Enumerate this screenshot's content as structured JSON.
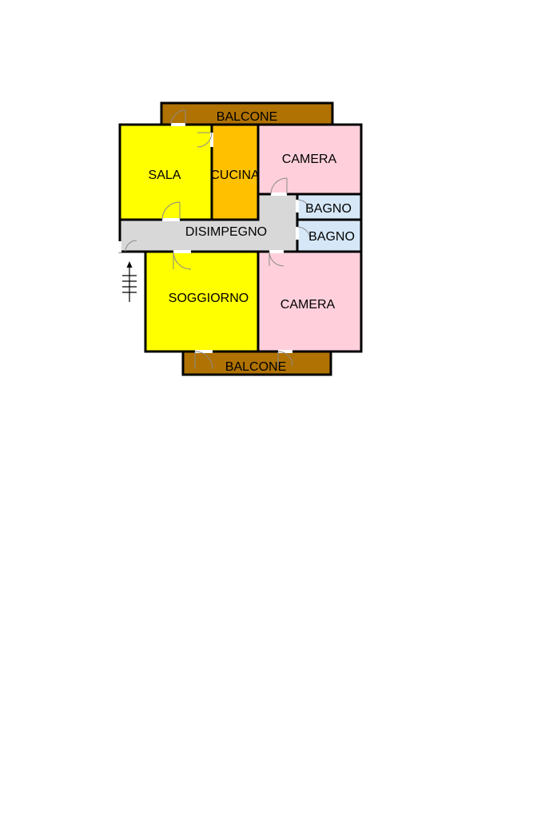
{
  "colors": {
    "balcone": "#b07202",
    "sala": "#ffff00",
    "cucina": "#ffc000",
    "camera": "#ffd0dc",
    "bagno": "#d6e8f8",
    "disimpegno": "#d8d8d8",
    "soggiorno": "#ffff00",
    "wall": "#000000"
  },
  "rooms": {
    "balcone_top": "BALCONE",
    "sala": "SALA",
    "cucina": "CUCINA",
    "camera_top": "CAMERA",
    "bagno_1": "BAGNO",
    "bagno_2": "BAGNO",
    "disimpegno": "DISIMPEGNO",
    "soggiorno": "SOGGIORNO",
    "camera_bottom": "CAMERA",
    "balcone_bottom": "BALCONE"
  },
  "icons": {
    "stairs": "stairs-up-arrow-icon",
    "door": "door-swing-icon"
  }
}
